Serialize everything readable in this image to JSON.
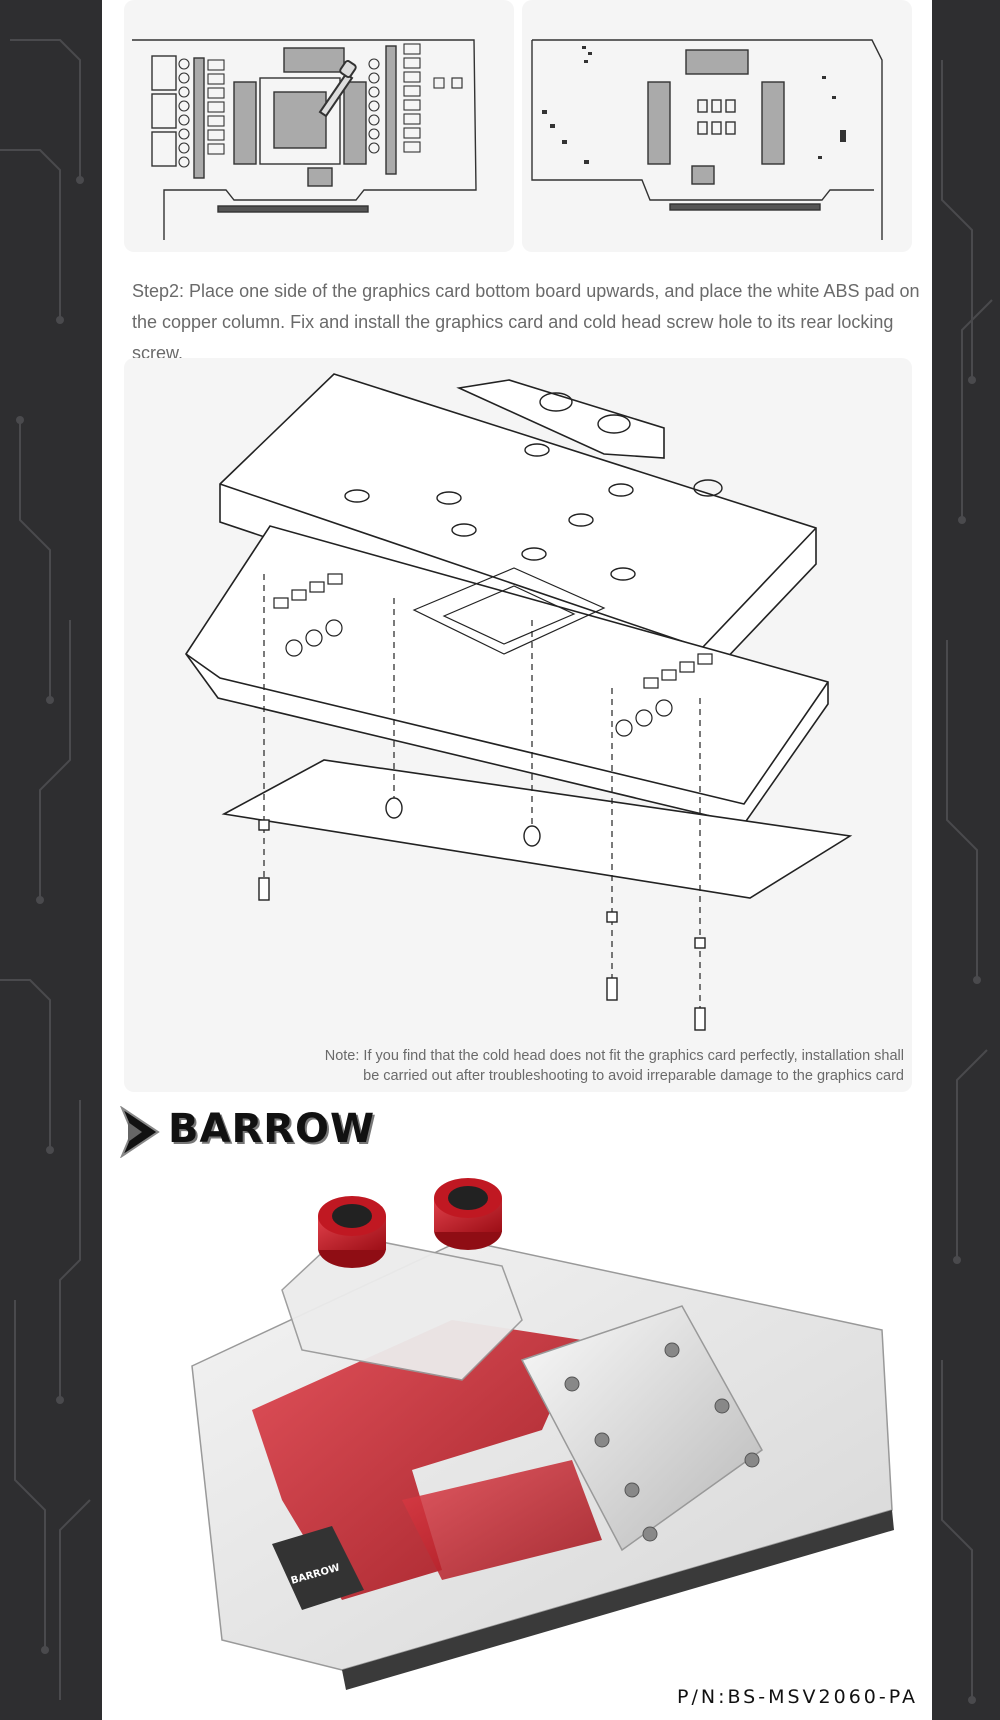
{
  "step2": {
    "text": "Step2: Place one side of the graphics card bottom board upwards, and place the white ABS pad on the copper column. Fix and install the graphics card and cold head screw hole to its rear locking screw."
  },
  "note": {
    "line1": "Note: If you find that the cold head does not fit the graphics card perfectly, installation shall",
    "line2": "be carried out after troubleshooting to avoid irreparable damage to the graphics card"
  },
  "brand": {
    "name": "BARROW",
    "block_logo_text": "BARROW"
  },
  "part_number": "P/N:BS-MSV2060-PA",
  "icons": {
    "brand_logo": "barrow-chevron-logo-icon"
  },
  "colors": {
    "accent_red": "#b5121b",
    "panel_bg": "#f5f5f5",
    "text_gray": "#6a6a6a",
    "side_bg": "#2e2e30"
  }
}
